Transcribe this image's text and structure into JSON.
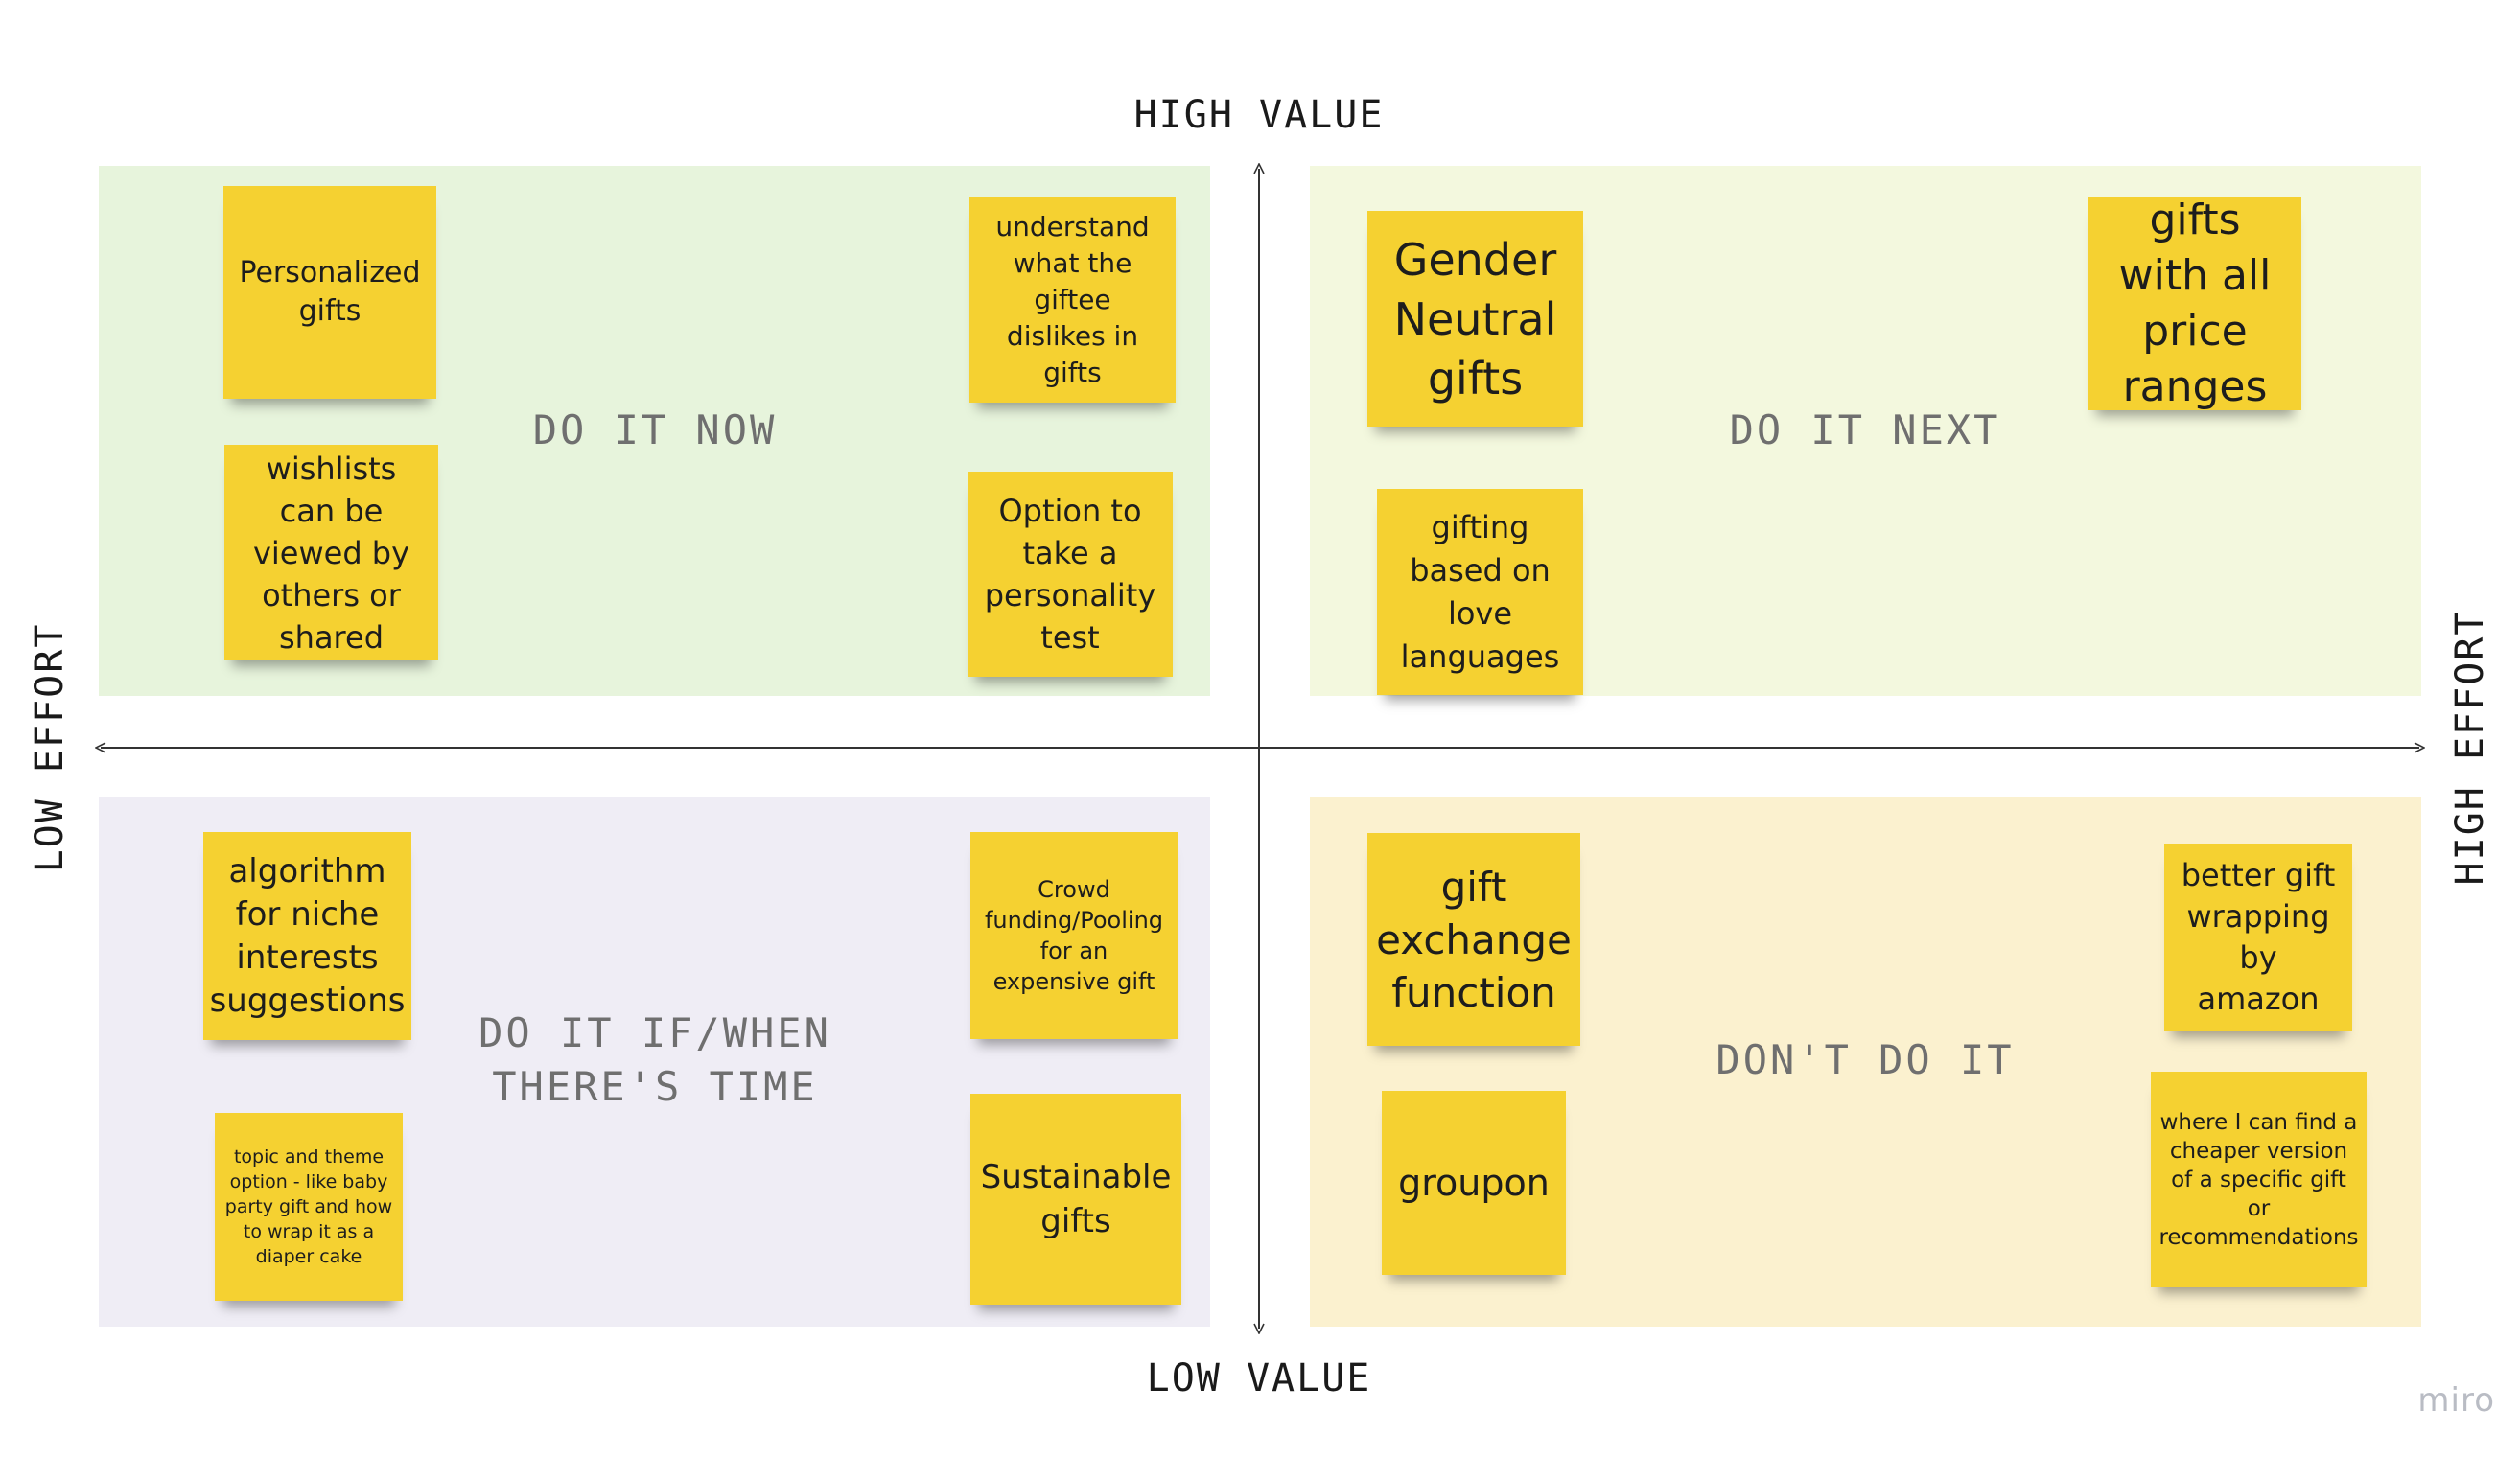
{
  "axes": {
    "top": "HIGH VALUE",
    "bottom": "LOW VALUE",
    "left": "LOW EFFORT",
    "right": "HIGH EFFORT"
  },
  "quadrants": {
    "top_left": {
      "label": "DO IT NOW",
      "color": "#e7f4dc"
    },
    "top_right": {
      "label": "DO IT NEXT",
      "color": "#f3f8de"
    },
    "bottom_left": {
      "label_line1": "DO IT IF/WHEN",
      "label_line2": "THERE'S TIME",
      "color": "#efedf5"
    },
    "bottom_right": {
      "label": "DON'T DO IT",
      "color": "#fbf1cf"
    }
  },
  "stickies": {
    "personalized": "Personalized gifts",
    "dislikes": "understand what the giftee dislikes in gifts",
    "wishlists": "wishlists can be viewed by others or shared",
    "personality": "Option to take a personality test",
    "gender_neutral": "Gender Neutral gifts",
    "price_ranges": "gifts with all price ranges",
    "love_languages": "gifting based on love languages",
    "niche": "algorithm for niche interests suggestions",
    "crowd_funding": "Crowd funding/Pooling for an expensive gift",
    "topic_theme": "topic and theme option - like baby party gift and how to wrap it as a diaper cake",
    "sustainable": "Sustainable gifts",
    "gift_exchange": "gift exchange function",
    "groupon": "groupon",
    "wrapping": "better gift wrapping by amazon",
    "cheaper": "where I can find a cheaper version of a specific gift or recommendations"
  },
  "sticky_color": "#f5d131",
  "brand": "miro"
}
